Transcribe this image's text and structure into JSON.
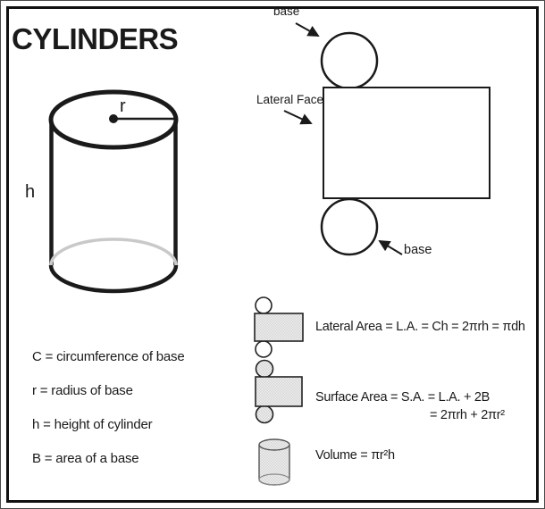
{
  "title": "CYLINDERS",
  "figure_labels": {
    "radius": "r",
    "height": "h"
  },
  "net_labels": {
    "top_base": "base",
    "lateral_face": "Lateral Face",
    "bottom_base": "base"
  },
  "formulas": {
    "lateral_area": "Lateral Area = L.A. = Ch = 2πrh = πdh",
    "surface_area_line1": "Surface Area = S.A. = L.A. + 2B",
    "surface_area_line2": "= 2πrh + 2πr²",
    "volume": "Volume = πr²h"
  },
  "definitions": [
    "C = circumference of base",
    "r = radius of base",
    "h = height of cylinder",
    "B = area of a base"
  ],
  "icons": {
    "lateral-unfold-icon": "shaded rectangle with two white circles",
    "surface-unfold-icon": "shaded rectangle with two shaded circles",
    "small-cylinder-icon": "small shaded cylinder"
  },
  "colors": {
    "ink": "#1a1a1a",
    "hidden_edge": "#c9c9c9",
    "shade_fill": "#d4d4d4"
  }
}
